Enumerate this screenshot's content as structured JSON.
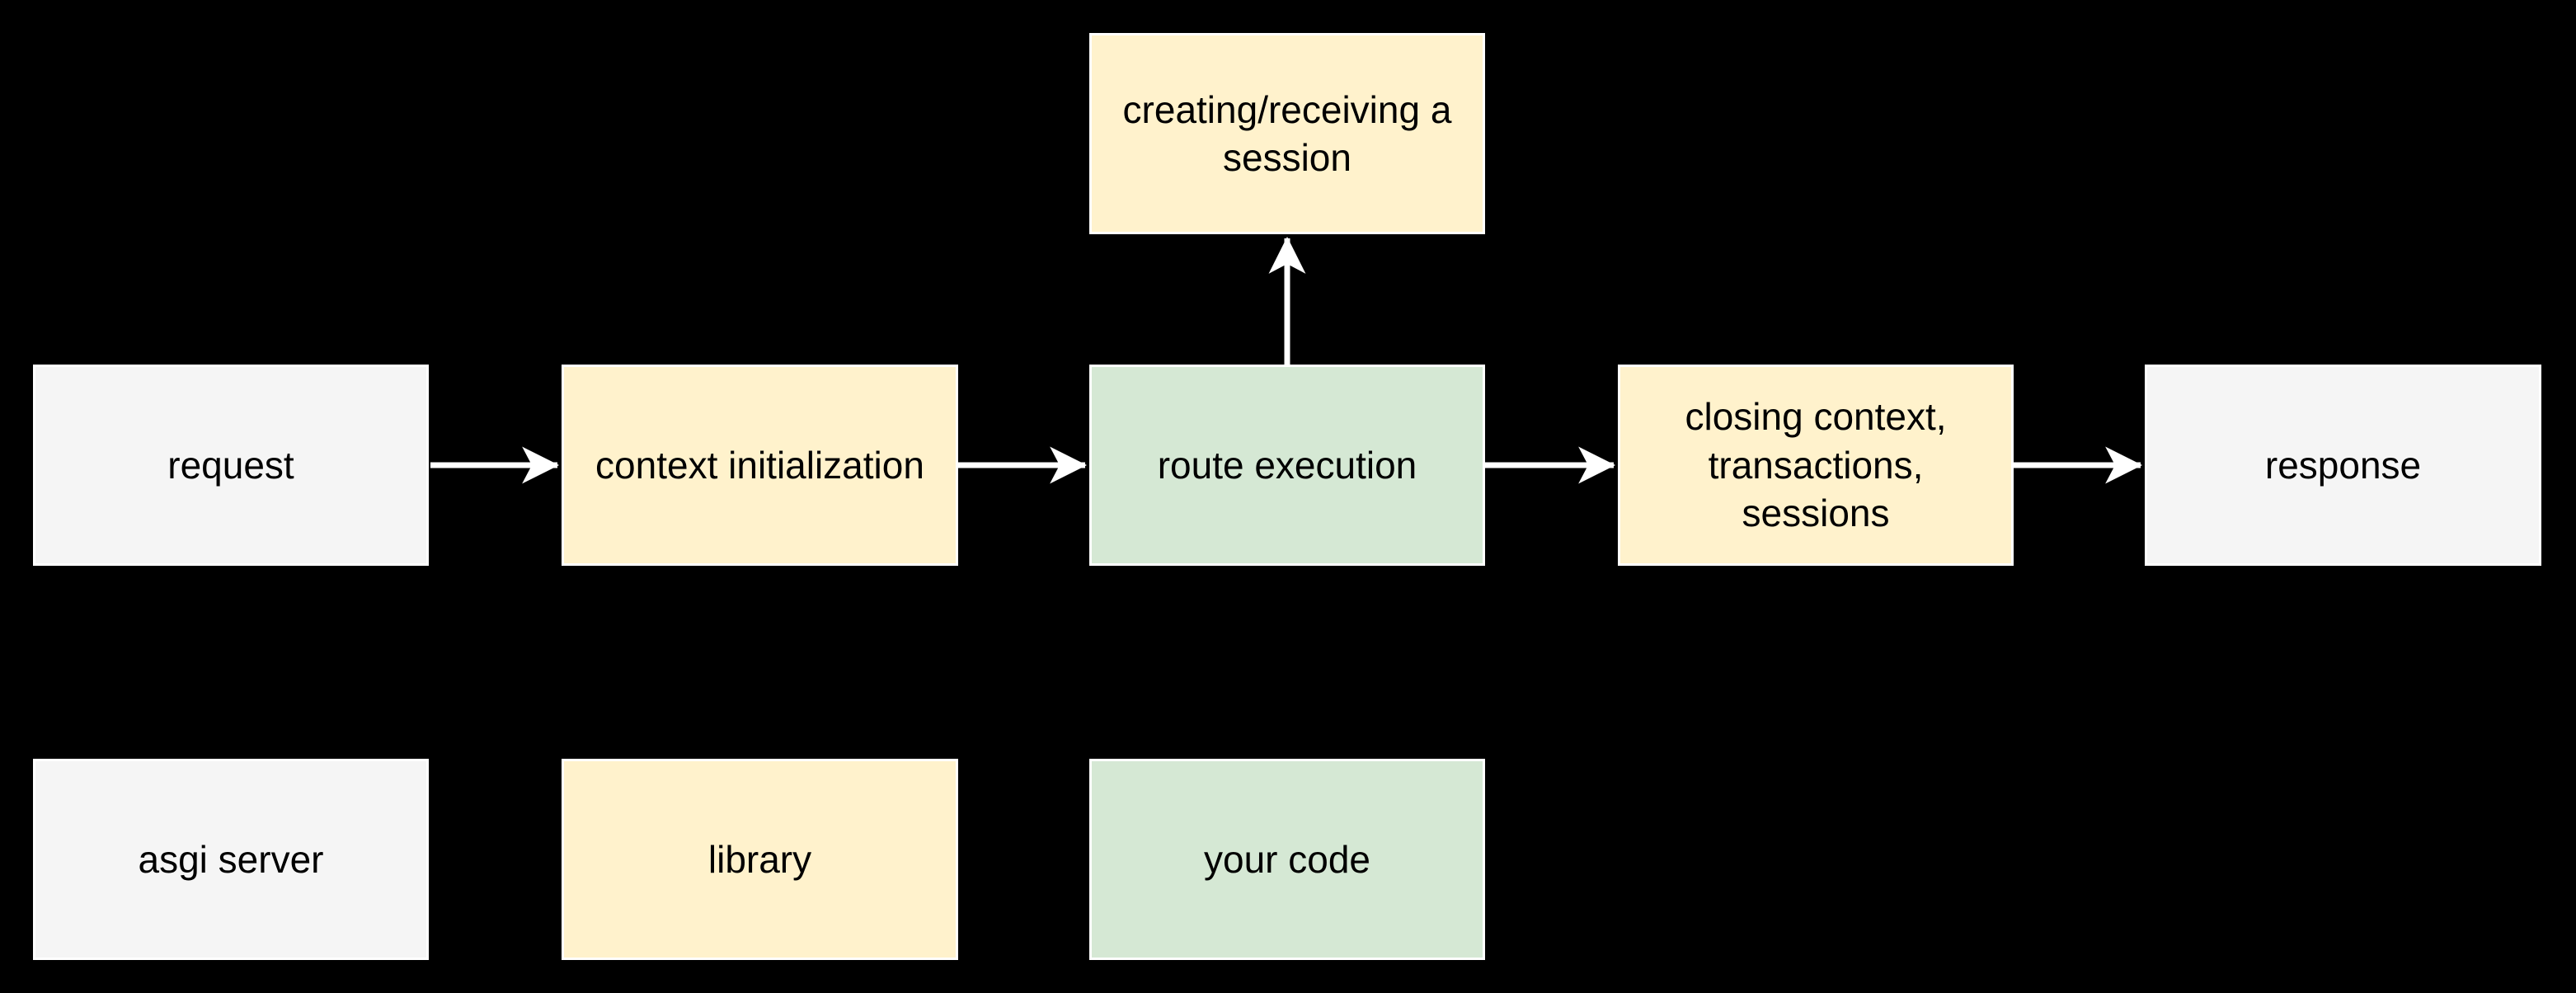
{
  "diagram": {
    "colors": {
      "background": "#000000",
      "asgi_server_fill": "#F5F5F5",
      "library_fill": "#FFF2CC",
      "your_code_fill": "#D5E8D4",
      "node_border": "#FFFFFF",
      "arrow": "#FFFFFF",
      "text": "#000000"
    },
    "nodes": {
      "request": {
        "label": "request",
        "category": "asgi server"
      },
      "context_initialization": {
        "label": "context initialization",
        "category": "library"
      },
      "route_execution": {
        "label": "route execution",
        "category": "your code"
      },
      "creating_receiving_session": {
        "label": "creating/receiving a\nsession",
        "category": "library"
      },
      "closing": {
        "label": "closing context,\ntransactions,\nsessions",
        "category": "library"
      },
      "response": {
        "label": "response",
        "category": "asgi server"
      }
    },
    "arrows": [
      {
        "from": "request",
        "to": "context initialization"
      },
      {
        "from": "context initialization",
        "to": "route execution"
      },
      {
        "from": "route execution",
        "to": "creating/receiving a session"
      },
      {
        "from": "route execution",
        "to": "closing context, transactions, sessions"
      },
      {
        "from": "closing context, transactions, sessions",
        "to": "response"
      }
    ],
    "legend": {
      "asgi_server": {
        "label": "asgi server"
      },
      "library": {
        "label": "library"
      },
      "your_code": {
        "label": "your code"
      }
    }
  }
}
